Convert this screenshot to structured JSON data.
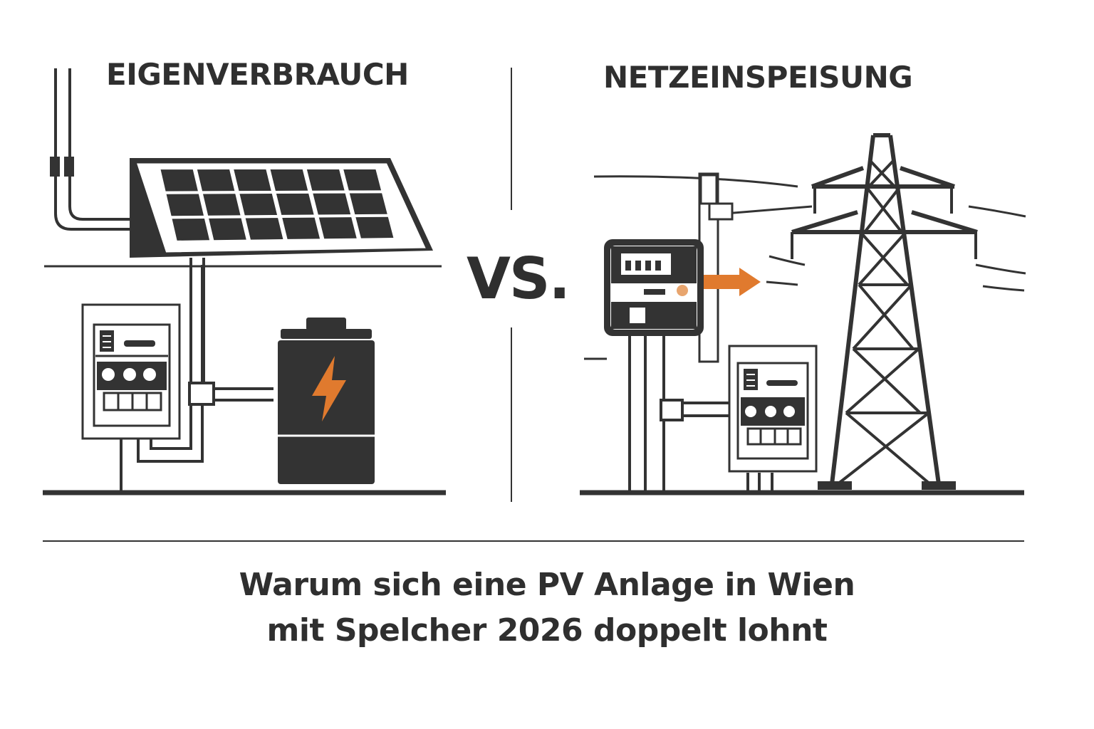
{
  "left_panel": {
    "heading": "EIGENVERBRAUCH"
  },
  "right_panel": {
    "heading": "NETZEINSPEISUNG"
  },
  "divider": {
    "label": "VS."
  },
  "caption": {
    "line1": "Warum sich eine PV Anlage in Wien",
    "line2": "mit Spelcher 2026 doppelt lohnt"
  },
  "colors": {
    "ink": "#333333",
    "accent": "#e07a2e",
    "background": "#ffffff"
  },
  "icons": [
    "solar-panel-icon",
    "battery-icon",
    "lightning-bolt-icon",
    "distribution-box-icon",
    "electricity-meter-icon",
    "arrow-right-icon",
    "power-pylon-icon",
    "utility-pole-icon"
  ]
}
